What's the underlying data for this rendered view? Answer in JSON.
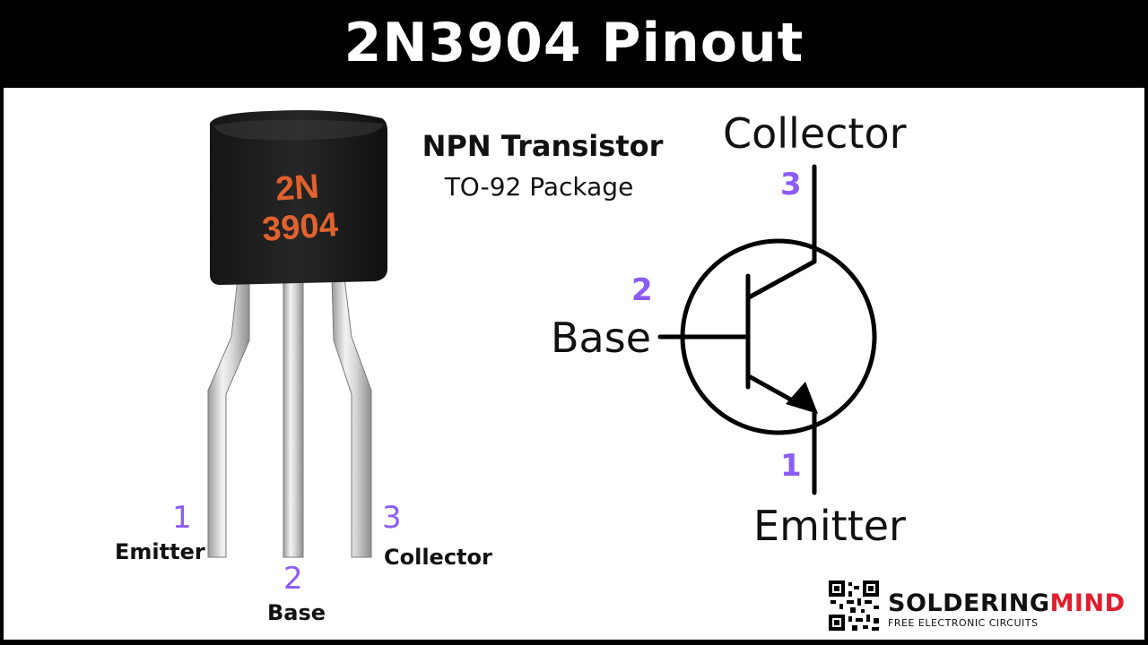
{
  "title": "2N3904 Pinout",
  "package_info": {
    "type_label": "NPN Transistor",
    "package_label": "TO-92 Package"
  },
  "device_marking": {
    "line1": "2N",
    "line2": "3904"
  },
  "physical_pins": [
    {
      "number": "1",
      "name": "Emitter"
    },
    {
      "number": "2",
      "name": "Base"
    },
    {
      "number": "3",
      "name": "Collector"
    }
  ],
  "symbol_pins": {
    "collector": {
      "number": "3",
      "name": "Collector"
    },
    "base": {
      "number": "2",
      "name": "Base"
    },
    "emitter": {
      "number": "1",
      "name": "Emitter"
    }
  },
  "brand": {
    "name_part1": "SOLDERING",
    "name_part2": "MIND",
    "tagline": "FREE ELECTRONIC CIRCUITS"
  },
  "colors": {
    "pin_number": "#8b5cf6",
    "marking": "#e0622f",
    "brand_accent": "#e11d2e"
  }
}
